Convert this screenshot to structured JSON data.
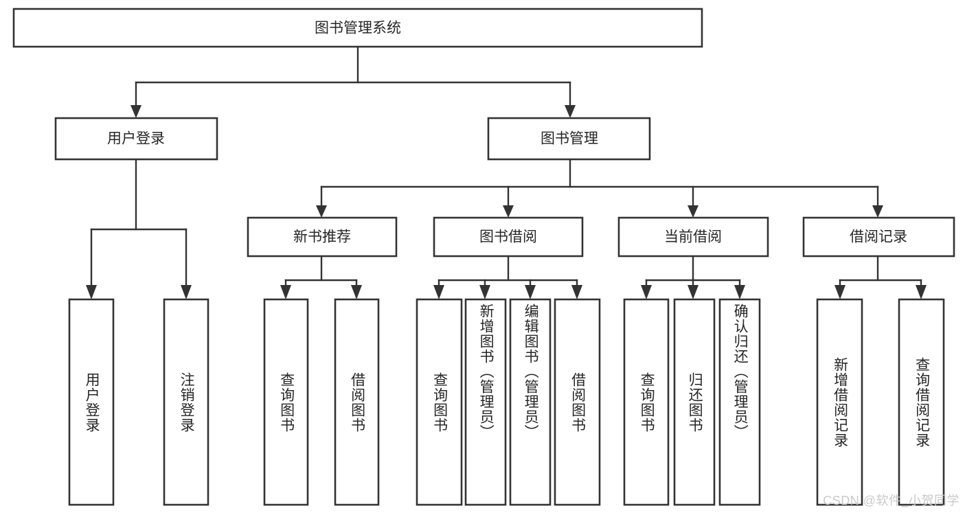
{
  "diagram": {
    "title": "图书管理系统",
    "type": "tree",
    "root": {
      "label": "图书管理系统"
    },
    "level2": [
      {
        "label": "用户登录"
      },
      {
        "label": "图书管理"
      }
    ],
    "level3": [
      {
        "label": "新书推荐"
      },
      {
        "label": "图书借阅"
      },
      {
        "label": "当前借阅"
      },
      {
        "label": "借阅记录"
      }
    ],
    "leaves": {
      "user_login": [
        {
          "label": "用户登录"
        },
        {
          "label": "注销登录"
        }
      ],
      "new_book": [
        {
          "label": "查询图书"
        },
        {
          "label": "借阅图书"
        }
      ],
      "borrow_book": [
        {
          "label": "查询图书"
        },
        {
          "label": "新增图书（管理员）"
        },
        {
          "label": "编辑图书（管理员）"
        },
        {
          "label": "借阅图书"
        }
      ],
      "current_borrow": [
        {
          "label": "查询图书"
        },
        {
          "label": "归还图书"
        },
        {
          "label": "确认归还（管理员）"
        }
      ],
      "borrow_record": [
        {
          "label": "新增借阅记录"
        },
        {
          "label": "查询借阅记录"
        }
      ]
    }
  },
  "watermark": {
    "text": "CSDN @软件_小贺同学"
  },
  "colors": {
    "stroke": "#333333",
    "fill": "#ffffff",
    "text": "#262626",
    "watermark": "#c9c9c9"
  }
}
